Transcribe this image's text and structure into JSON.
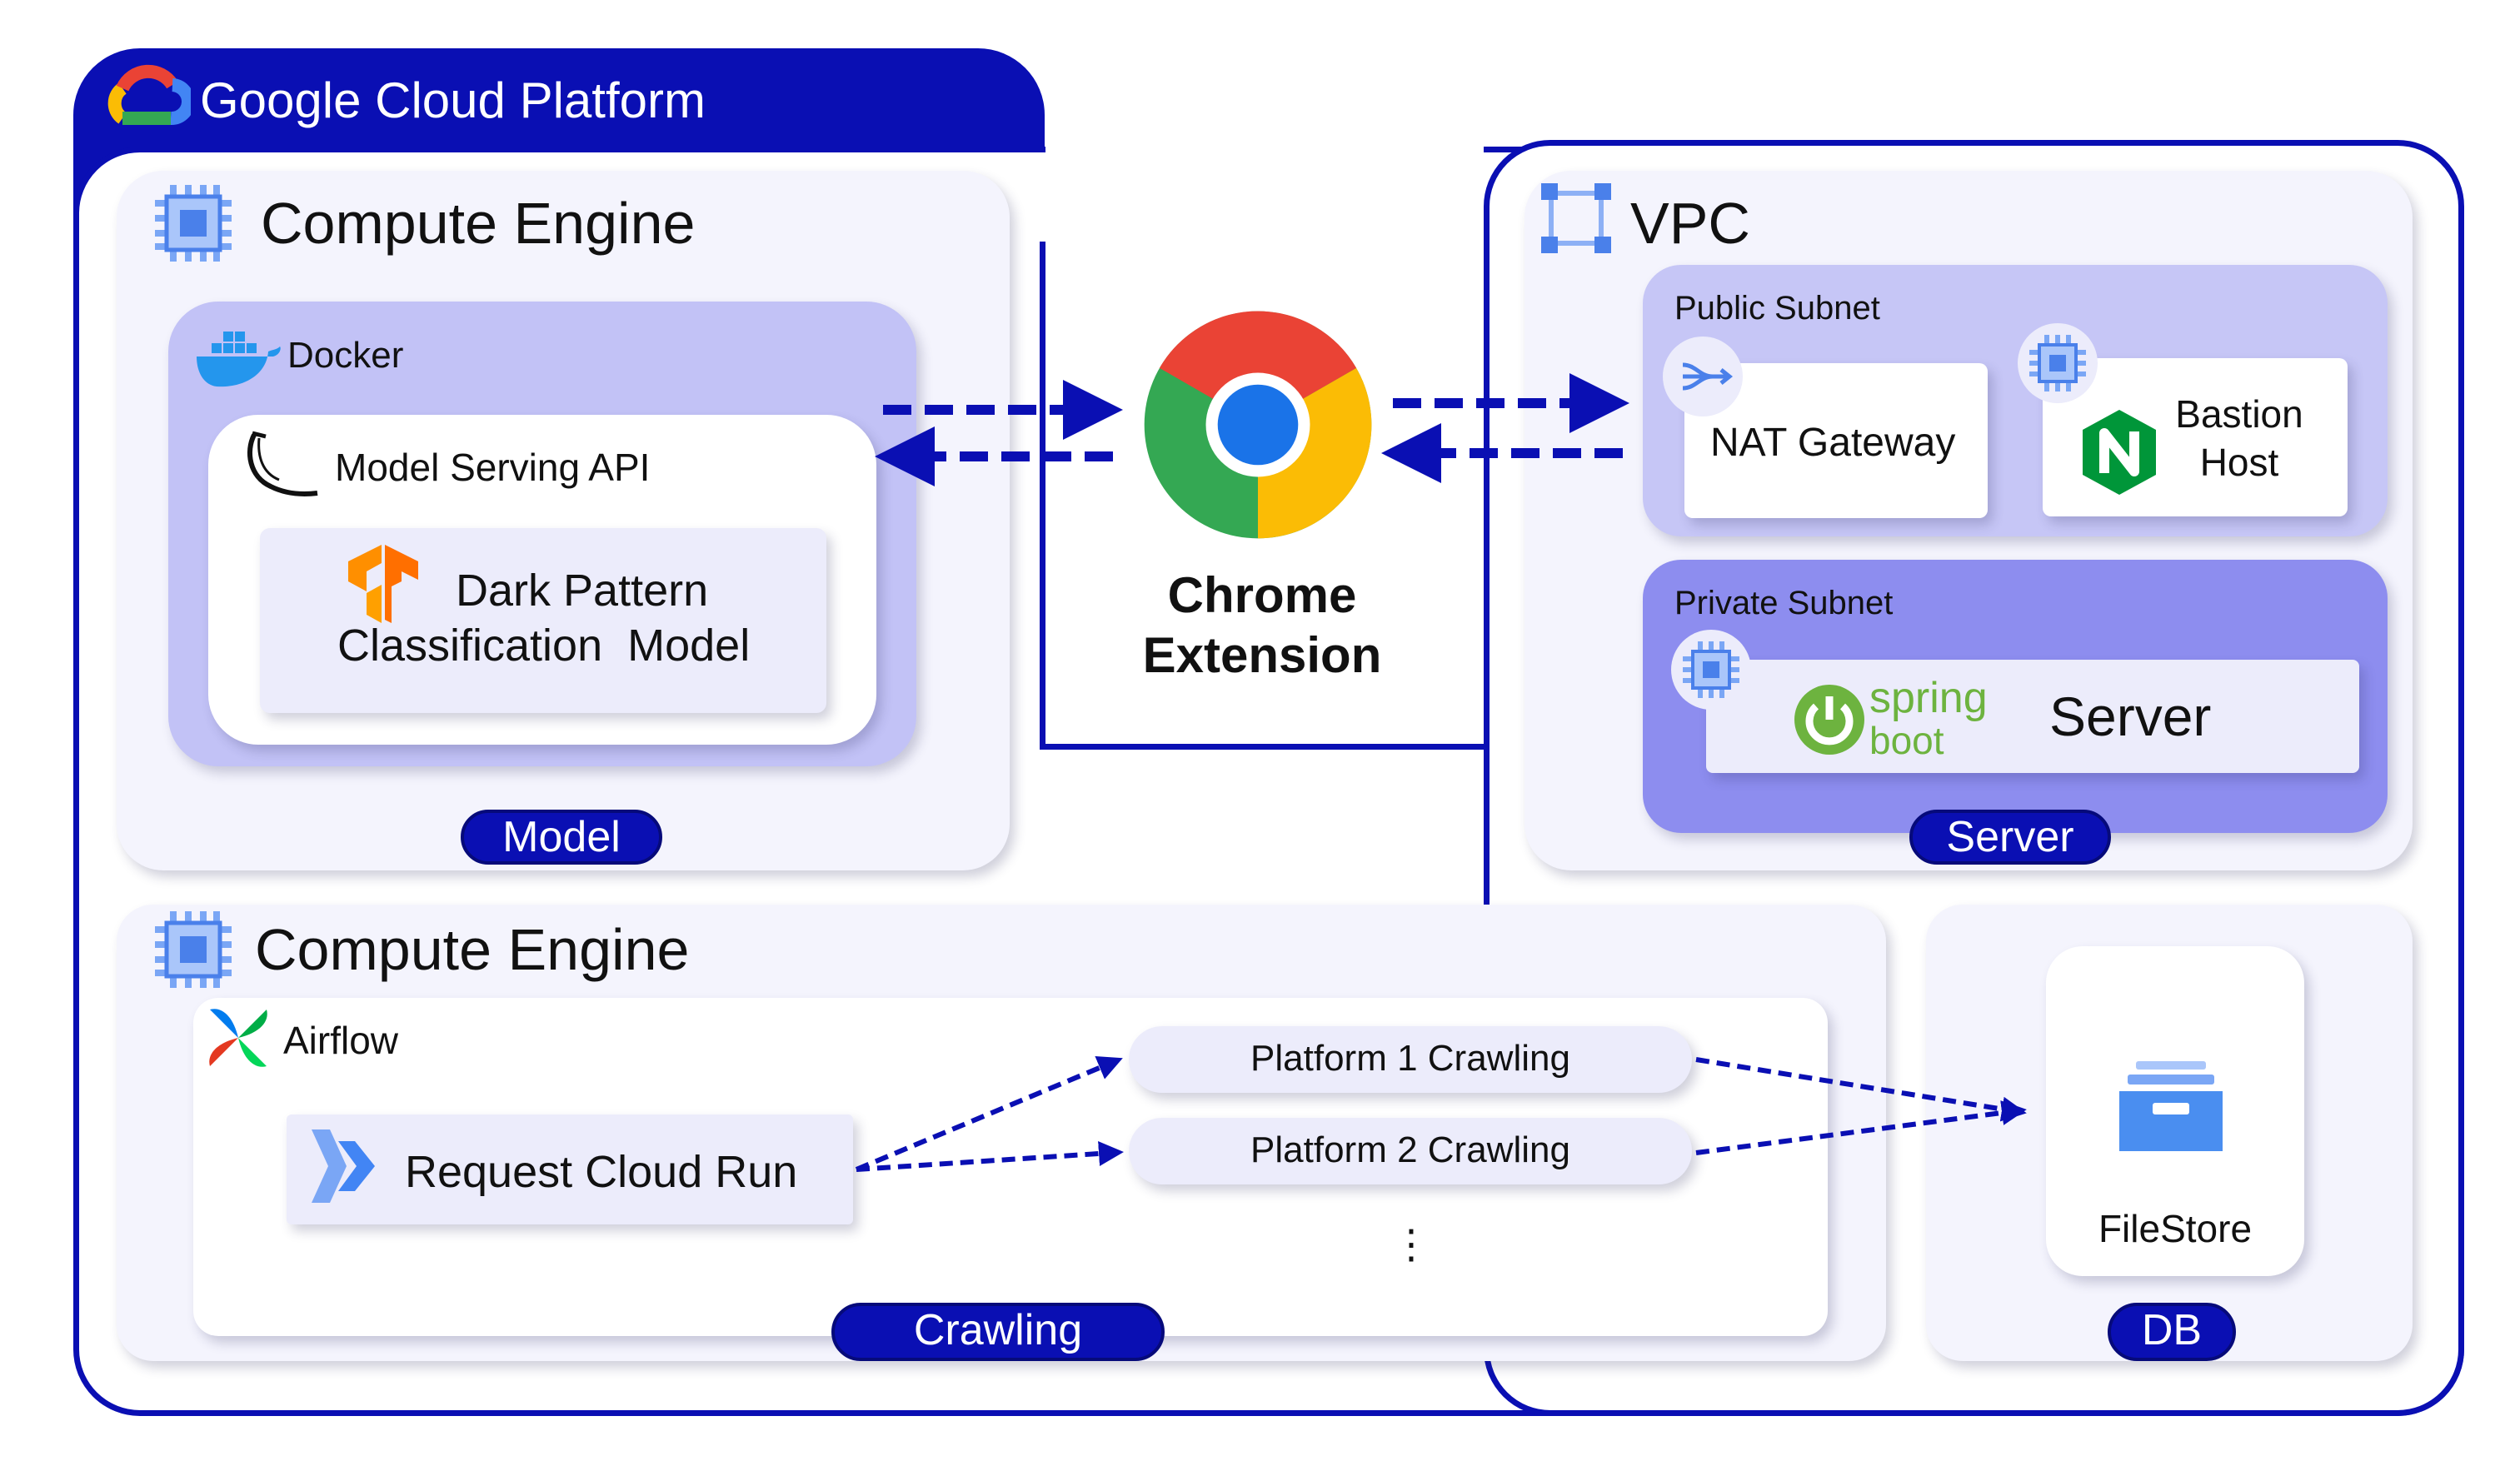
{
  "gcp": {
    "title": "Google Cloud Platform"
  },
  "model_section": {
    "header": "Compute Engine",
    "docker_label": "Docker",
    "api_label": "Model Serving API",
    "model_line1": "Dark Pattern",
    "model_line2": "Classification  Model",
    "badge": "Model"
  },
  "chrome": {
    "line1": "Chrome",
    "line2": "Extension"
  },
  "vpc": {
    "header": "VPC",
    "public_subnet": "Public Subnet",
    "nat_gateway": "NAT Gateway",
    "bastion_line1": "Bastion",
    "bastion_line2": "Host",
    "private_subnet": "Private Subnet",
    "spring_top": "spring",
    "spring_bottom": "boot",
    "server_label": "Server",
    "badge": "Server"
  },
  "crawling_section": {
    "header": "Compute Engine",
    "airflow_label": "Airflow",
    "request_label": "Request Cloud Run",
    "platform1": "Platform 1 Crawling",
    "platform2": "Platform 2 Crawling",
    "ellipsis": "⋮",
    "badge": "Crawling"
  },
  "db": {
    "filestore_label": "FileStore",
    "badge": "DB"
  },
  "colors": {
    "navy": "#0a0fb3",
    "panel": "#f4f4fd",
    "docker_bg": "#c2c2f6",
    "public_subnet_bg": "#c6c6f6",
    "private_subnet_bg": "#8d8def",
    "inner_card": "#ececfb"
  },
  "icons": [
    "google-cloud-icon",
    "compute-engine-chip-icon",
    "docker-icon",
    "flask-icon",
    "tensorflow-icon",
    "chrome-icon",
    "vpc-icon",
    "nat-gateway-icon",
    "nginx-icon",
    "spring-boot-icon",
    "airflow-icon",
    "cloud-run-icon",
    "filestore-icon"
  ]
}
